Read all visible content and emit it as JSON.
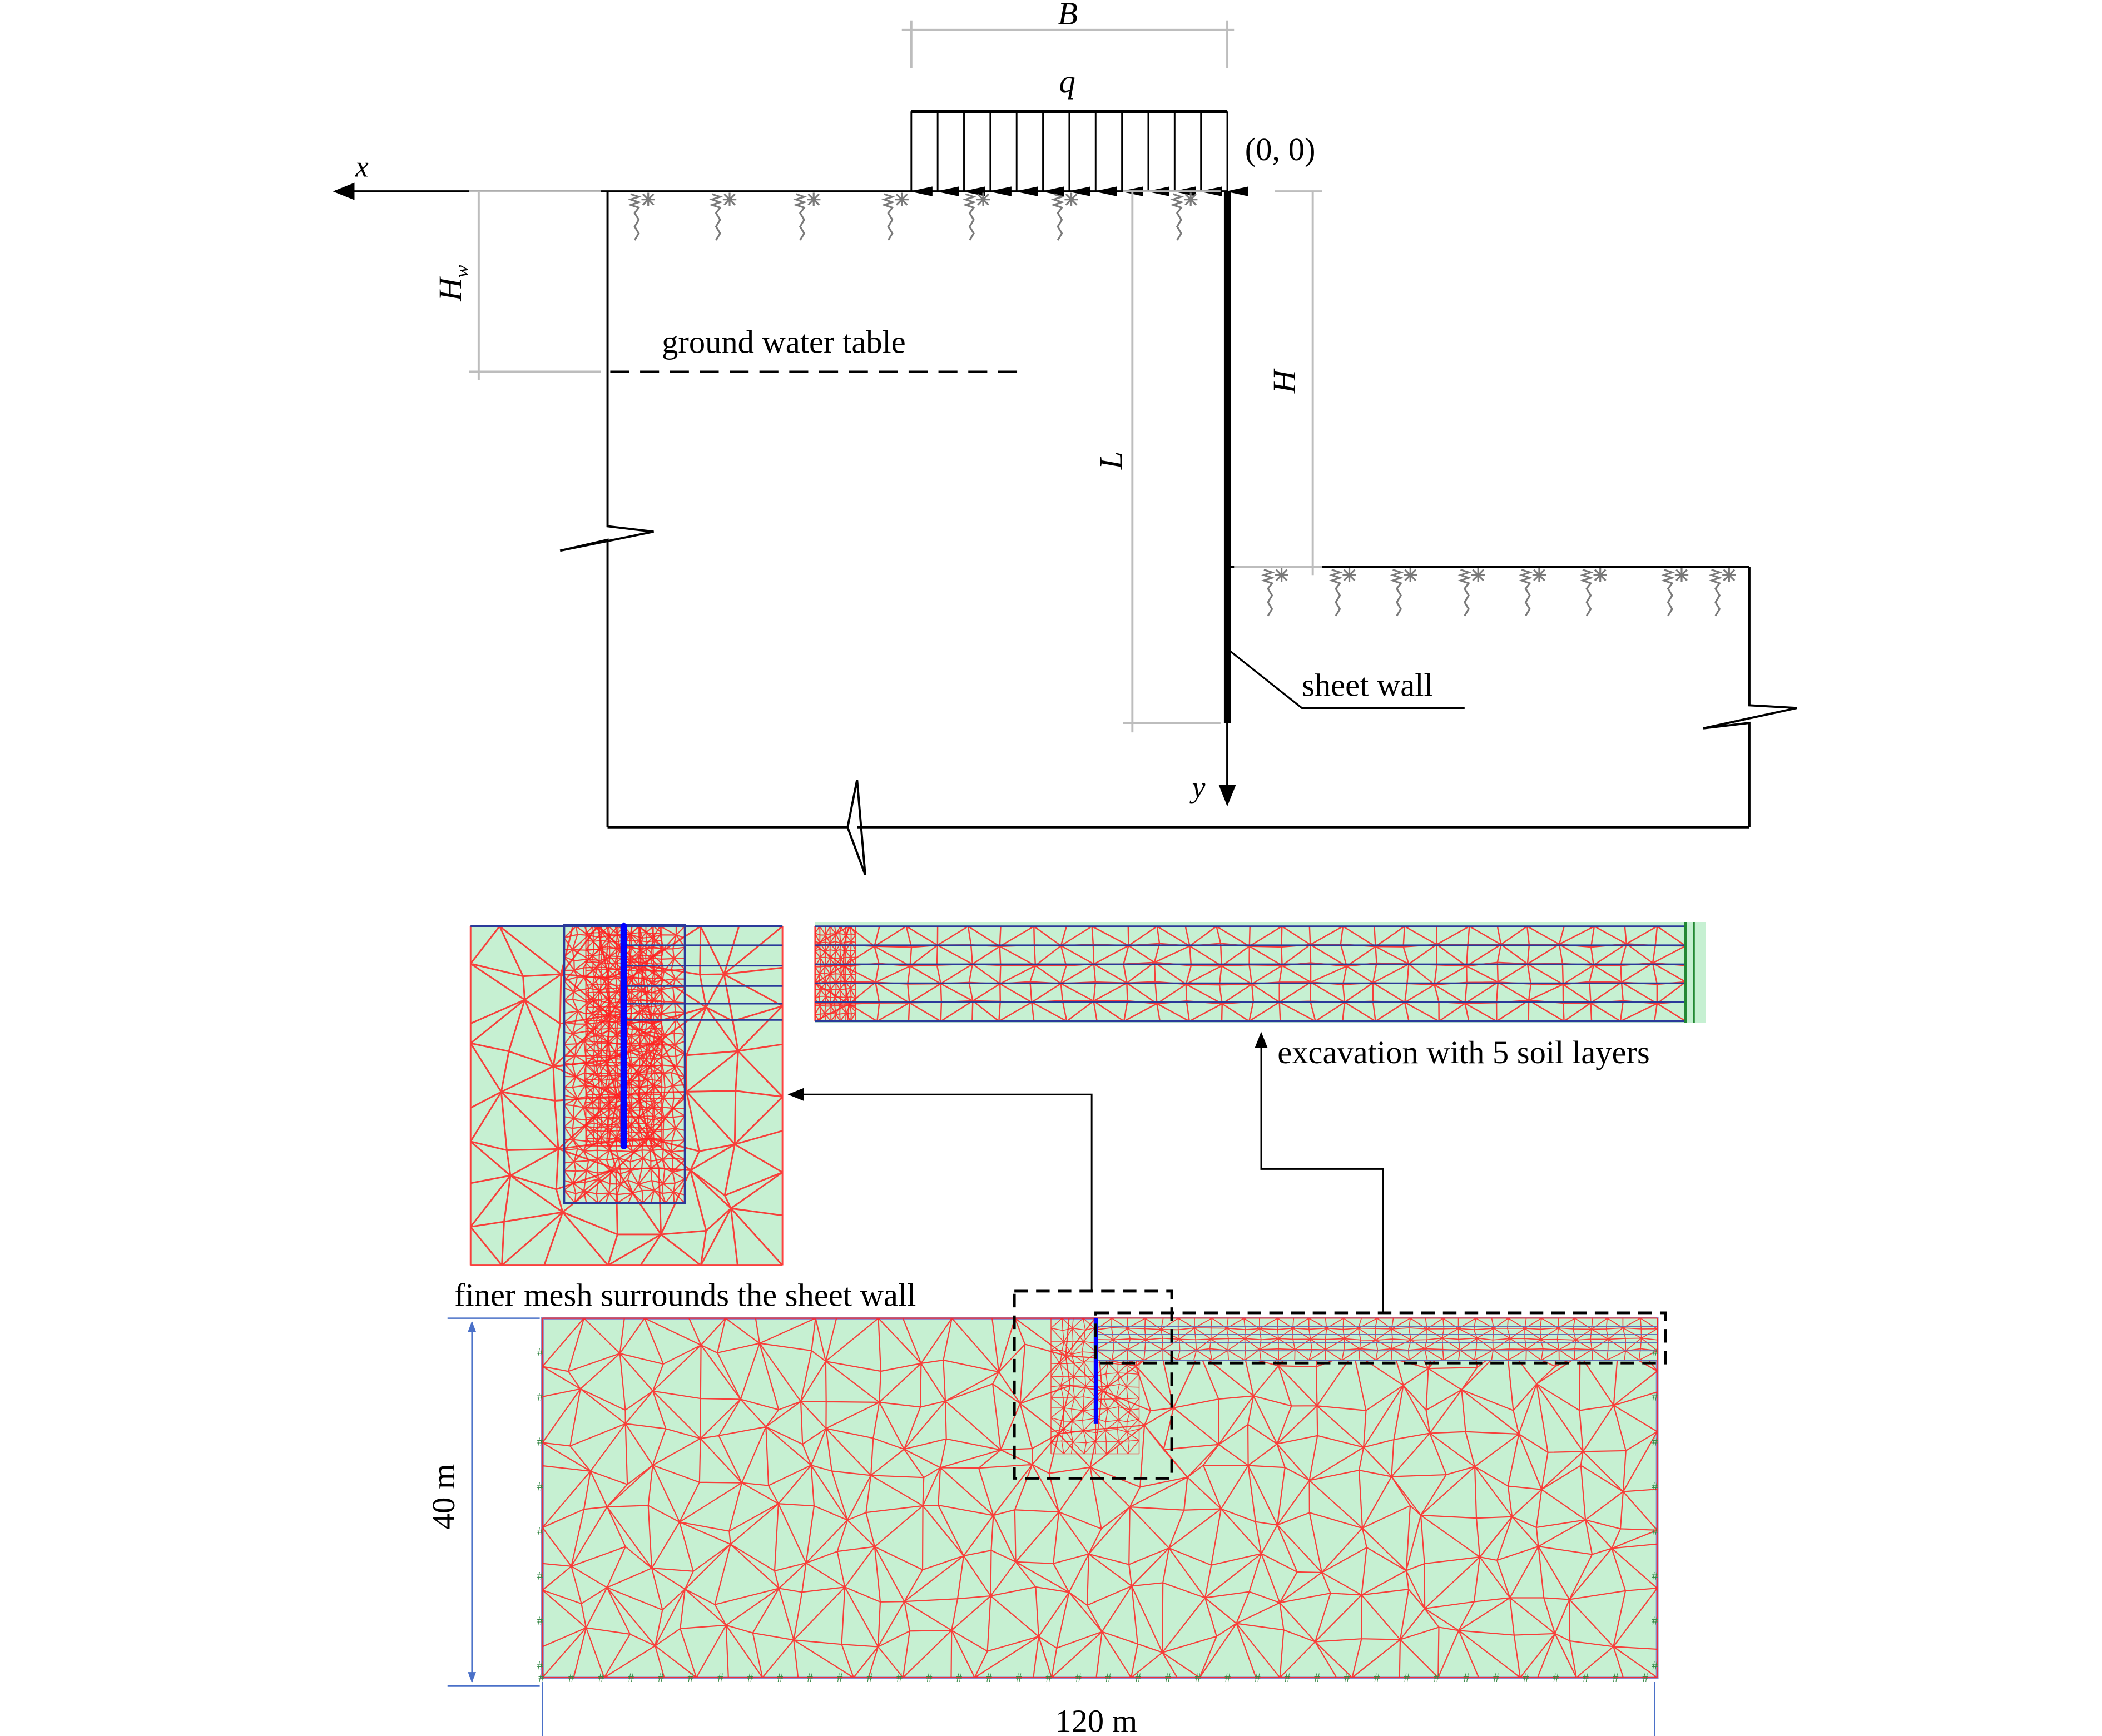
{
  "schematic": {
    "x_axis_label": "x",
    "y_axis_label": "y",
    "origin_label": "(0, 0)",
    "load_label": "q",
    "load_width_label": "B",
    "water_depth_label": "H",
    "water_depth_subscript": "w",
    "water_table_label": "ground water table",
    "wall_length_label": "L",
    "excavation_depth_label": "H",
    "wall_label": "sheet wall"
  },
  "mesh_figure": {
    "excavation_label": "excavation with 5 soil layers",
    "fine_mesh_label": "finer mesh surrounds the sheet wall",
    "height_label": "40 m",
    "width_label": "120 m",
    "colors": {
      "soil": "#c6f0d2",
      "mesh": "#ff2020",
      "wall": "#0000ff",
      "boundary": "#3050a0",
      "dimension": "#4a70c8"
    }
  }
}
